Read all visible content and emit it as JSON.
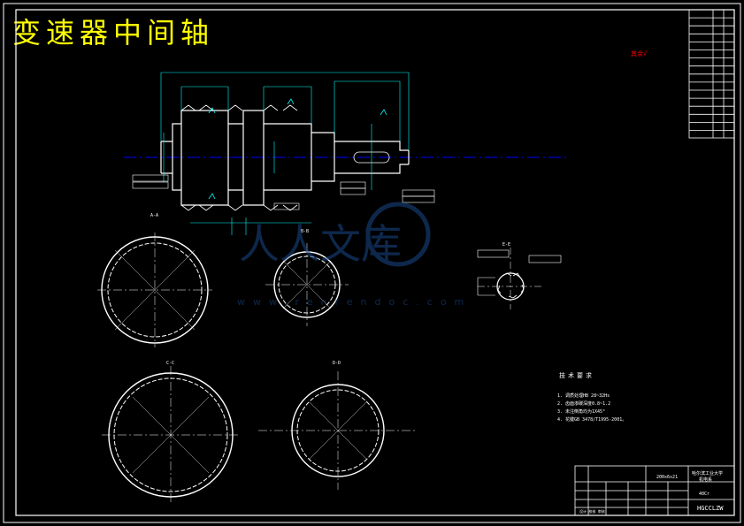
{
  "drawing": {
    "title": "变速器中间轴",
    "roughness_note": "其余√"
  },
  "section_labels": [
    "A-A",
    "B-B",
    "C-C",
    "D-D",
    "E-E"
  ],
  "tech_requirements": {
    "heading": "技术要求",
    "items": [
      "1. 调质处理HB 28~32Hs",
      "2. 齿面渗碳深度0.8~1.2",
      "3. 未注倒角均为1X45°",
      "4. 花键GB 3478/T1995-2001。"
    ]
  },
  "title_block": {
    "school": "哈尔滨工业大学",
    "dept": "机电系",
    "scale": "200x6x21",
    "material": "40Cr",
    "drawing_no": "HGCCLZW",
    "designer_row": "设计 校核 审核"
  },
  "watermark": {
    "text": "人人文库",
    "url": "www.renrendoc.com"
  },
  "colors": {
    "background": "#000000",
    "outline": "#ffffff",
    "dimension": "#00ffff",
    "center": "#0000ff",
    "title": "#ffff00",
    "mark": "#ff0000"
  }
}
